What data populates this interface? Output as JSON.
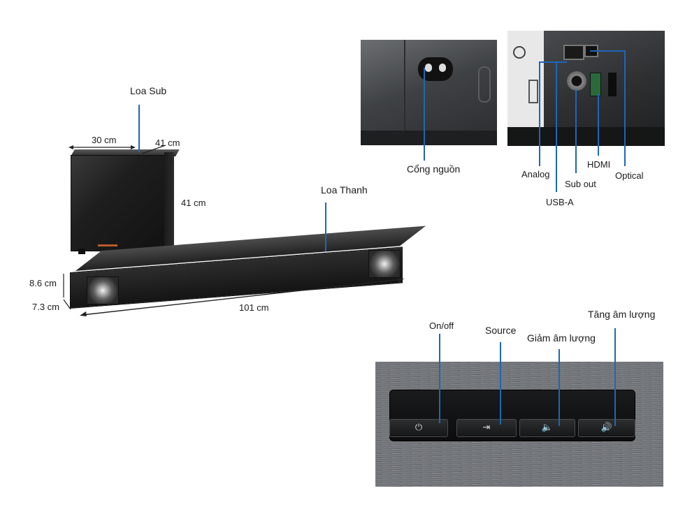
{
  "labels": {
    "loa_sub": "Loa Sub",
    "loa_thanh": "Loa Thanh",
    "sub_width": "30 cm",
    "sub_depth": "41 cm",
    "sub_height": "41 cm",
    "bar_height": "8.6 cm",
    "bar_depth": "7.3 cm",
    "bar_length": "101 cm",
    "cong_nguon": "Cổng nguồn",
    "analog": "Analog",
    "usb_a": "USB-A",
    "sub_out": "Sub out",
    "hdmi": "HDMI",
    "optical": "Optical",
    "on_off": "On/off",
    "source": "Source",
    "giam_am_luong": "Giảm âm lượng",
    "tang_am_luong": "Tăng âm lượng"
  },
  "icons": {
    "power": "power-icon",
    "source": "source-input-icon",
    "volume_down": "volume-down-icon",
    "volume_up": "volume-up-icon"
  },
  "colors": {
    "callout": "#1f66b8",
    "product": "#1a1a1a"
  }
}
